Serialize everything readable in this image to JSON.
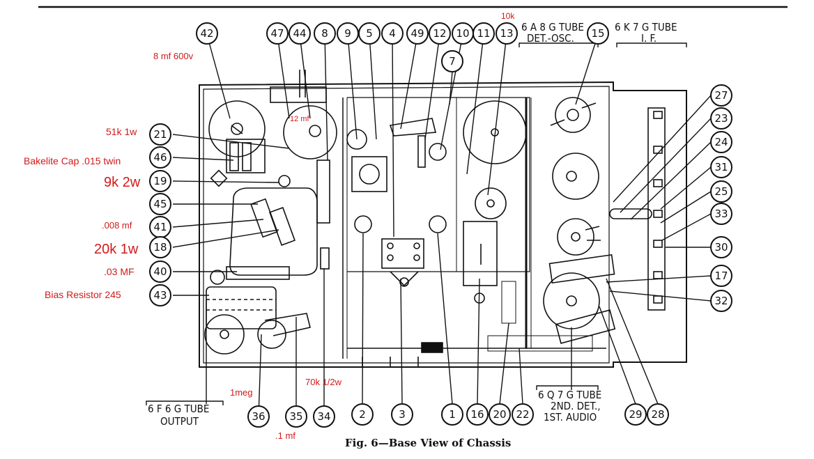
{
  "caption": "Fig. 6—Base View of Chassis",
  "tube_labels": {
    "t6a8g_line1": "6 A 8 G TUBE",
    "t6a8g_line2": "DET.-OSC.",
    "t6k7g_line1": "6 K 7 G TUBE",
    "t6k7g_line2": "I. F.",
    "t6f6g_line1": "6 F 6 G TUBE",
    "t6f6g_line2": "OUTPUT",
    "t6q7g_line1": "6 Q 7 G TUBE",
    "t6q7g_line2": "2ND. DET.,",
    "t6q7g_line3": "1ST. AUDIO"
  },
  "numbers": {
    "n42": "42",
    "n47": "47",
    "n44": "44",
    "n8": "8",
    "n9": "9",
    "n5": "5",
    "n4": "4",
    "n49": "49",
    "n12": "12",
    "n7": "7",
    "n10": "10",
    "n11": "11",
    "n13": "13",
    "n15": "15",
    "n21": "21",
    "n46": "46",
    "n19": "19",
    "n45": "45",
    "n41": "41",
    "n18": "18",
    "n40": "40",
    "n43": "43",
    "n27": "27",
    "n23": "23",
    "n24": "24",
    "n31": "31",
    "n25": "25",
    "n33": "33",
    "n30": "30",
    "n17": "17",
    "n32": "32",
    "n36": "36",
    "n35": "35",
    "n34": "34",
    "n2": "2",
    "n3": "3",
    "n1": "1",
    "n16": "16",
    "n20": "20",
    "n22": "22",
    "n29": "29",
    "n28": "28"
  },
  "annotations": {
    "a_10k": "10k",
    "a_8mf": "8 mf 600v",
    "a_12mf": "12 mf",
    "a_51k": "51k 1w",
    "a_bakelite": "Bakelite Cap .015 twin",
    "a_9k": "9k 2w",
    "a_008": ".008 mf",
    "a_20k": "20k 1w",
    "a_03": ".03 MF",
    "a_bias": "Bias Resistor 245",
    "a_1meg": "1meg",
    "a_70k": "70k 1/2w",
    "a_1mf": ".1 mf"
  },
  "colors": {
    "ink": "#111111",
    "annotation": "#d11a1a",
    "background": "#ffffff"
  }
}
